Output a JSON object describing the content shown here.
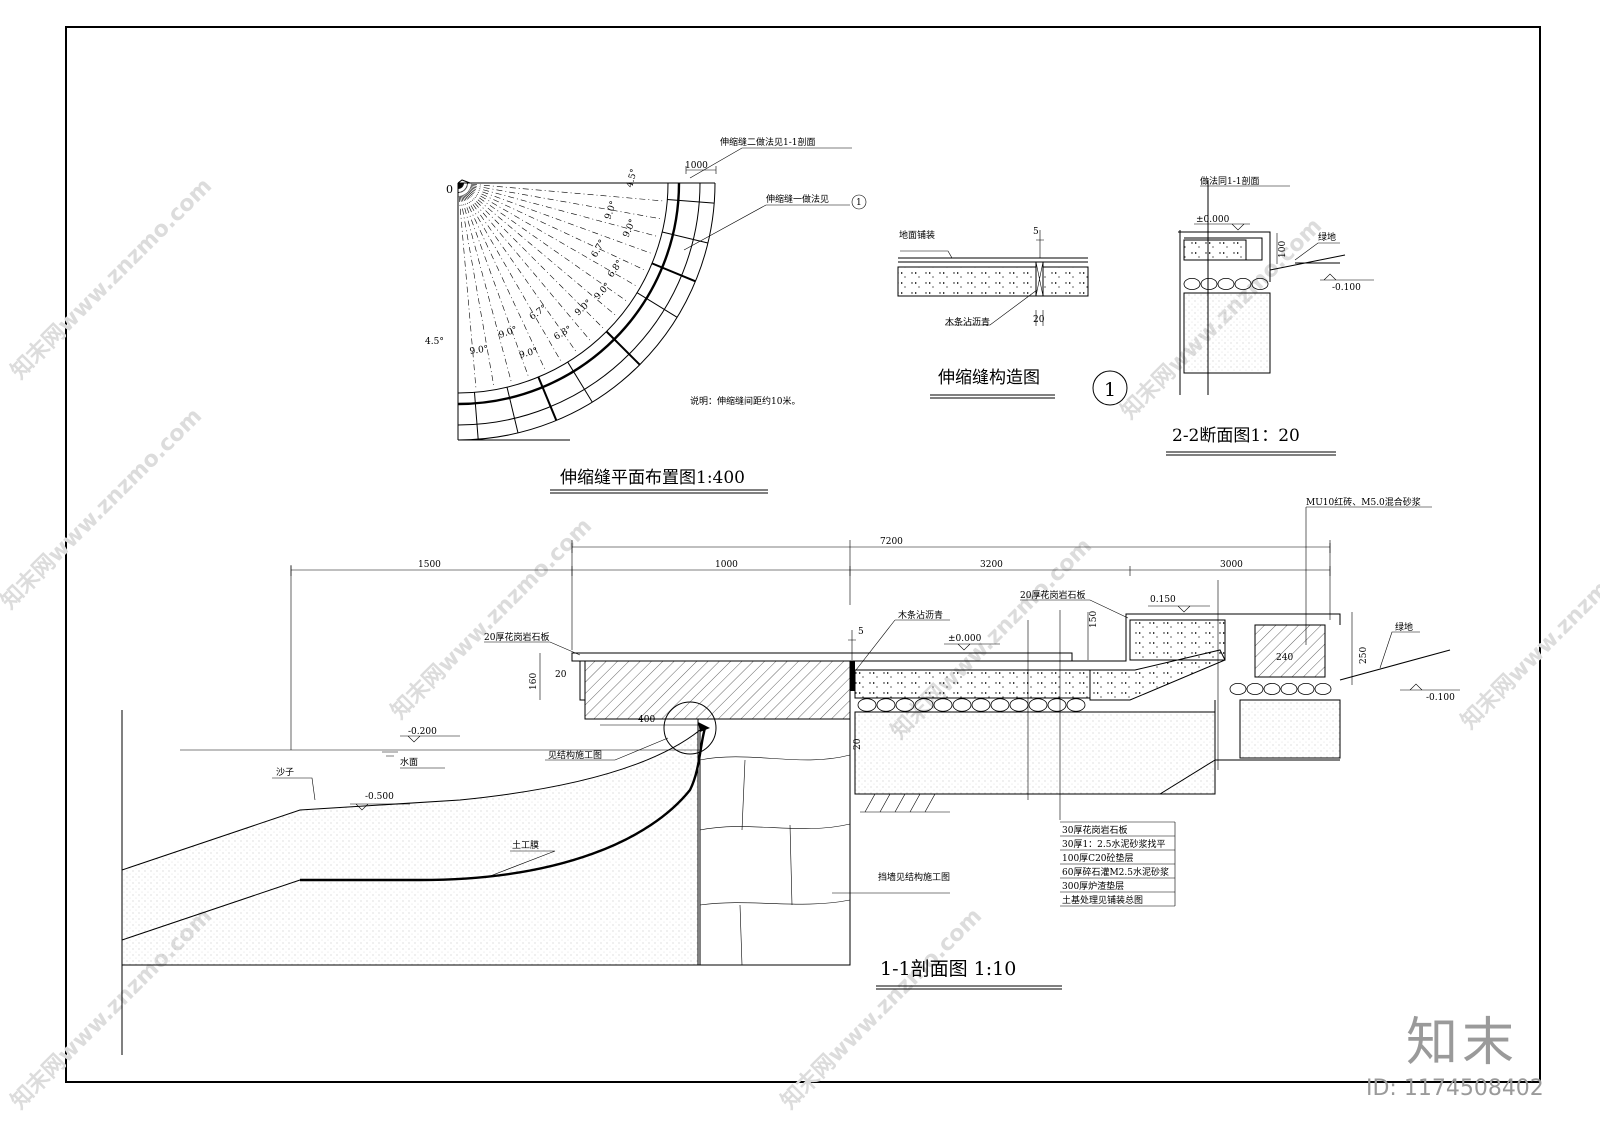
{
  "watermarks": [
    "知末网www.znzmo.com"
  ],
  "brand": {
    "name": "知末",
    "id": "ID: 1174508402"
  },
  "plan": {
    "title": "伸缩缝平面布置图1:400",
    "note_joint2": "伸缩缝二做法见1-1剖面",
    "note_joint1": "伸缩缝一做法见",
    "note_joint1_ref": "1",
    "dim_1000": "1000",
    "zero": "0",
    "angle_45_left": "4.5°",
    "angle_45_top": "4.5°",
    "angles": [
      "9.0°",
      "9.0°",
      "6.7°",
      "6.8°",
      "9.0°",
      "9.0°",
      "6.7°",
      "6.8°",
      "9.0°",
      "9.0°",
      "9.0°"
    ],
    "remark": "说明：伸缩缝间距约10米。"
  },
  "detail1": {
    "title": "伸缩缝构造图",
    "marker": "1",
    "label_top": "地面铺装",
    "label_bottom": "木条沾沥青",
    "dim_5": "5",
    "dim_20": "20"
  },
  "section22": {
    "title": "2-2断面图1：20",
    "note": "做法同1-1剖面",
    "level_0": "±0.000",
    "dim_100": "100",
    "green": "绿地",
    "level_neg": "-0.100"
  },
  "section11": {
    "title": "1-1剖面图  1:10",
    "dims": {
      "total": "7200",
      "d1500": "1500",
      "d1000": "1000",
      "d3200": "3200",
      "d3000": "3000",
      "d400": "400",
      "d160": "160",
      "d20a": "20",
      "d20b": "20",
      "d5": "5",
      "d150": "150",
      "d250": "250",
      "d240": "240"
    },
    "labels": {
      "brick": "MU10红砖、M5.0混合砂浆",
      "granite20_a": "20厚花岗岩石板",
      "granite20_b": "20厚花岗岩石板",
      "wood": "木条沾沥青",
      "level_0": "±0.000",
      "level_150": "0.150",
      "green": "绿地",
      "level_neg100": "-0.100",
      "level_neg200": "-0.200",
      "water": "水面",
      "sand": "沙子",
      "level_neg500": "-0.500",
      "membrane": "土工膜",
      "see_struct": "见结构施工图",
      "wall": "挡墙见结构施工图"
    },
    "layers": [
      "30厚花岗岩石板",
      "30厚1：2.5水泥砂浆找平",
      "100厚C20砼垫层",
      "60厚碎石灌M2.5水泥砂浆",
      "300厚炉渣垫层",
      "土基处理见铺装总图"
    ]
  }
}
